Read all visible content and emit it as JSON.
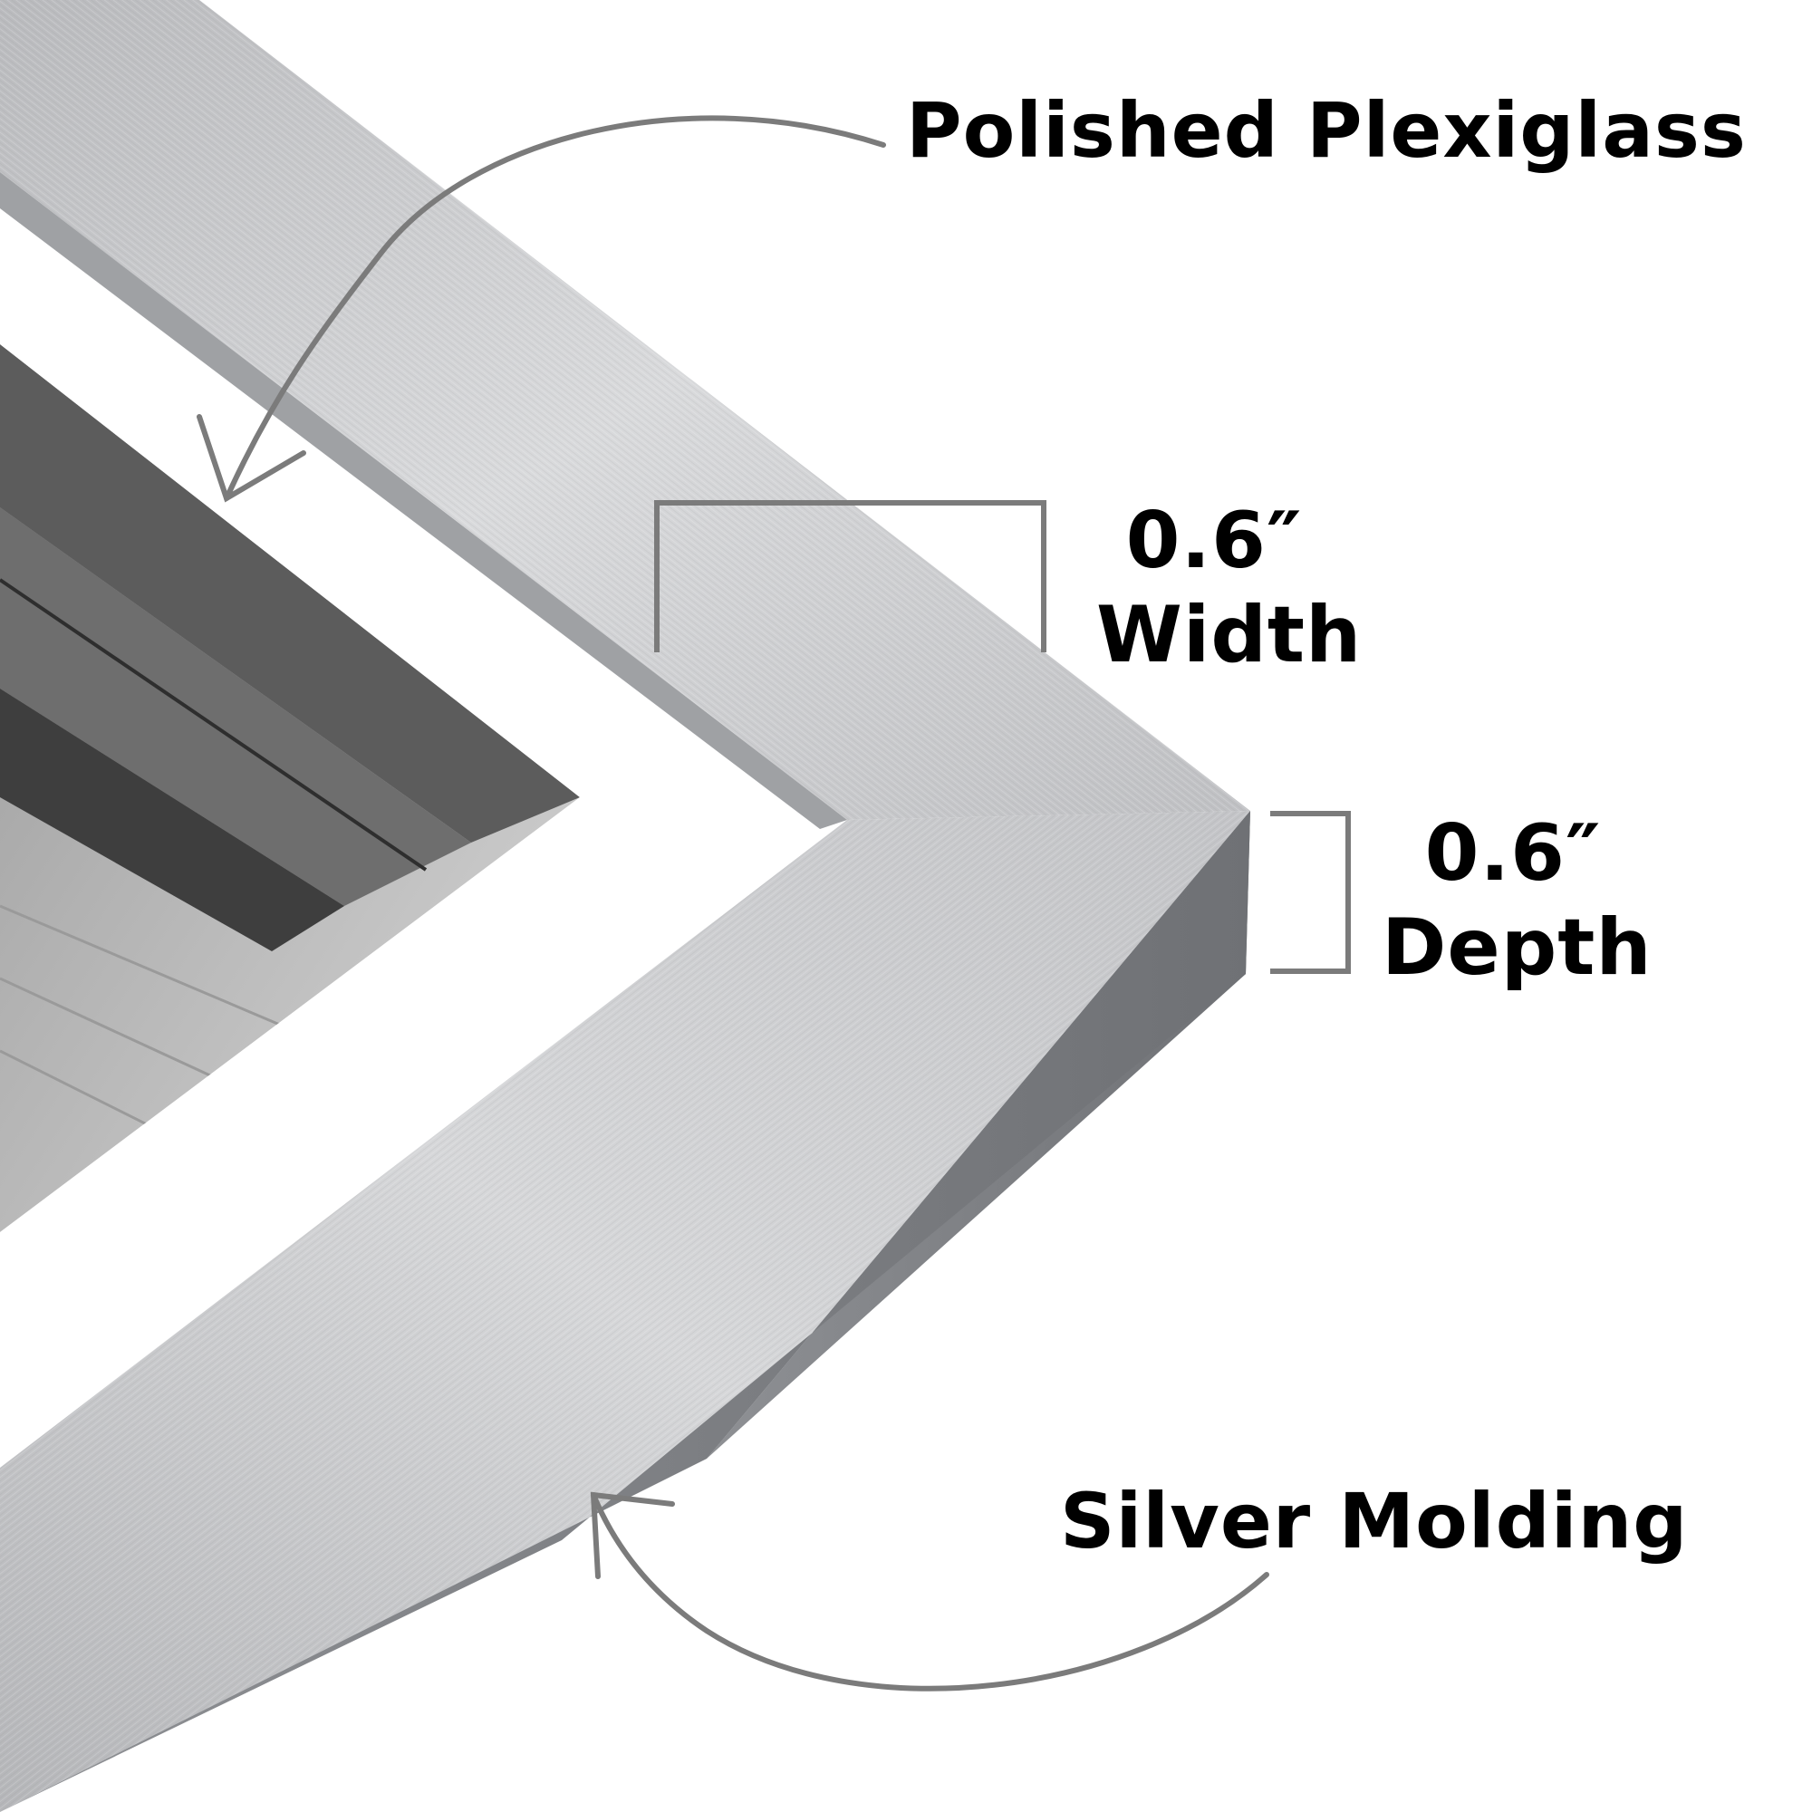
{
  "callouts": {
    "plexiglass": "Polished Plexiglass",
    "width": {
      "value": "0.6″",
      "label": "Width"
    },
    "depth": {
      "value": "0.6″",
      "label": "Depth"
    },
    "molding": "Silver Molding"
  },
  "colors": {
    "frame_light": "#d6d7d9",
    "frame_mid": "#a9abae",
    "frame_dark": "#7d7f83",
    "annotation_gray": "#7b7b7b",
    "mat": "#ffffff",
    "photo_dark": "#4a4a4a"
  }
}
